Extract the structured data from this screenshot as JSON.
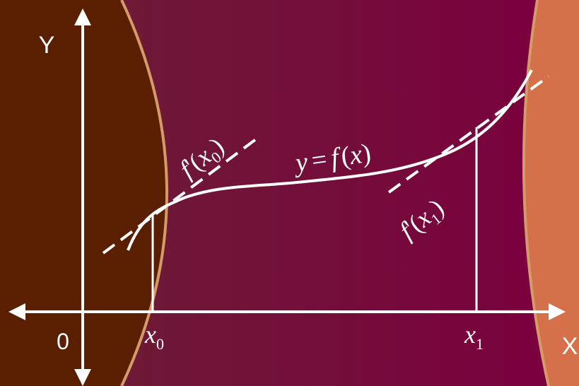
{
  "axes": {
    "y_label": "Y",
    "x_label": "X",
    "origin_label": "0"
  },
  "curve": {
    "label_y": "y",
    "label_eq": "=",
    "label_f": "f",
    "label_paren_open": "(",
    "label_x": "x",
    "label_paren_close": ")"
  },
  "tangent0": {
    "f": "f",
    "prime": "'",
    "open": "(",
    "var": "x",
    "sub": "0",
    "close": ")"
  },
  "tangent1": {
    "f": "f",
    "prime": "'",
    "open": "(",
    "var": "x",
    "sub": "1",
    "close": ")"
  },
  "points": {
    "x0_var": "x",
    "x0_sub": "0",
    "x1_var": "x",
    "x1_sub": "1"
  },
  "colors": {
    "left_panel": "#5a1e00",
    "band_start": "#6e1a36",
    "band_end": "#7a003e",
    "right_panel": "#d4704a",
    "edge": "#d49a68",
    "stroke": "#ffffff"
  }
}
